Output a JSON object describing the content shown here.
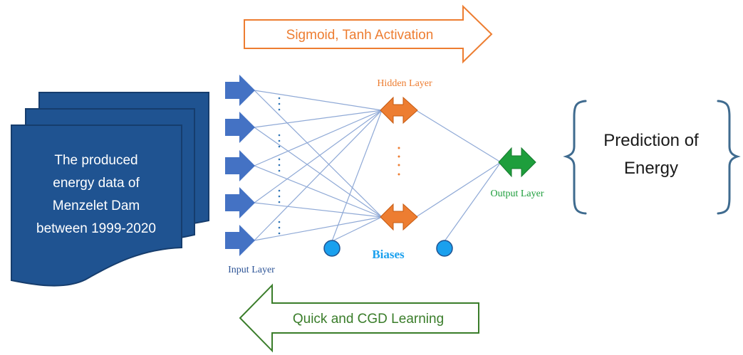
{
  "document": {
    "lines": [
      "The produced",
      "energy data of",
      "Menzelet Dam",
      "between 1999-2020"
    ]
  },
  "activation_label": "Sigmoid, Tanh Activation",
  "learning_label": "Quick and CGD Learning",
  "network": {
    "input_label": "Input Layer",
    "hidden_label": "Hidden Layer",
    "output_label": "Output Layer",
    "biases_label": "Biases"
  },
  "prediction": {
    "lines": [
      "Prediction of",
      "Energy"
    ]
  },
  "colors": {
    "document_fill": "#1f5391",
    "document_stroke": "#163d6d",
    "input_arrow": "#4472c4",
    "hidden_node": "#ed7d31",
    "output_node": "#1e9e3c",
    "bias_node": "#1aa0ee",
    "connection": "#8fa9d6",
    "activation": "#ed7d31",
    "learning": "#3a7d2a",
    "bracket": "#3f6b8f",
    "biases_text": "#1aa0ee"
  }
}
